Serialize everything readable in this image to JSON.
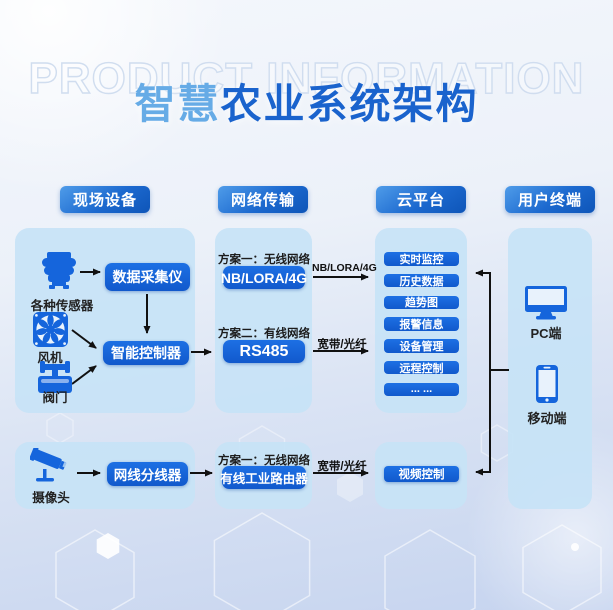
{
  "watermark": "PRODUCT INFORMATION",
  "title": {
    "light": "智慧",
    "dark": "农业系统架构"
  },
  "headers": {
    "field": "现场设备",
    "network": "网络传输",
    "cloud": "云平台",
    "user": "用户终端"
  },
  "field_devices": {
    "sensor_label": "各种传感器",
    "collector": "数据采集仪",
    "fan_label": "风机",
    "controller": "智能控制器",
    "valve_label": "阀门",
    "camera_label": "摄像头",
    "splitter": "网线分线器"
  },
  "network": {
    "plan1_title": "方案一：无线网络",
    "plan1_device": "NB/LORA/4G",
    "plan2_title": "方案二：有线网络",
    "plan2_device": "RS485",
    "plan3_title": "方案一：无线网络",
    "plan3_device": "有线工业路由器"
  },
  "link_labels": {
    "wireless": "NB/LORA/4G",
    "fiber_top": "宽带/光纤",
    "fiber_bottom": "宽带/光纤"
  },
  "cloud": {
    "services": [
      "实时监控",
      "历史数据",
      "趋势图",
      "报警信息",
      "设备管理",
      "远程控制",
      "... ..."
    ],
    "video": "视频控制"
  },
  "user_terminals": {
    "pc": "PC端",
    "mobile": "移动端"
  },
  "colors": {
    "accent_blue": "#1565dc",
    "panel_blue": "#c9e2f5",
    "title_dark": "#1a63cd",
    "title_light": "#66abe6",
    "header_gradient_start": "#4f9ce9",
    "header_gradient_end": "#0e55b8"
  }
}
